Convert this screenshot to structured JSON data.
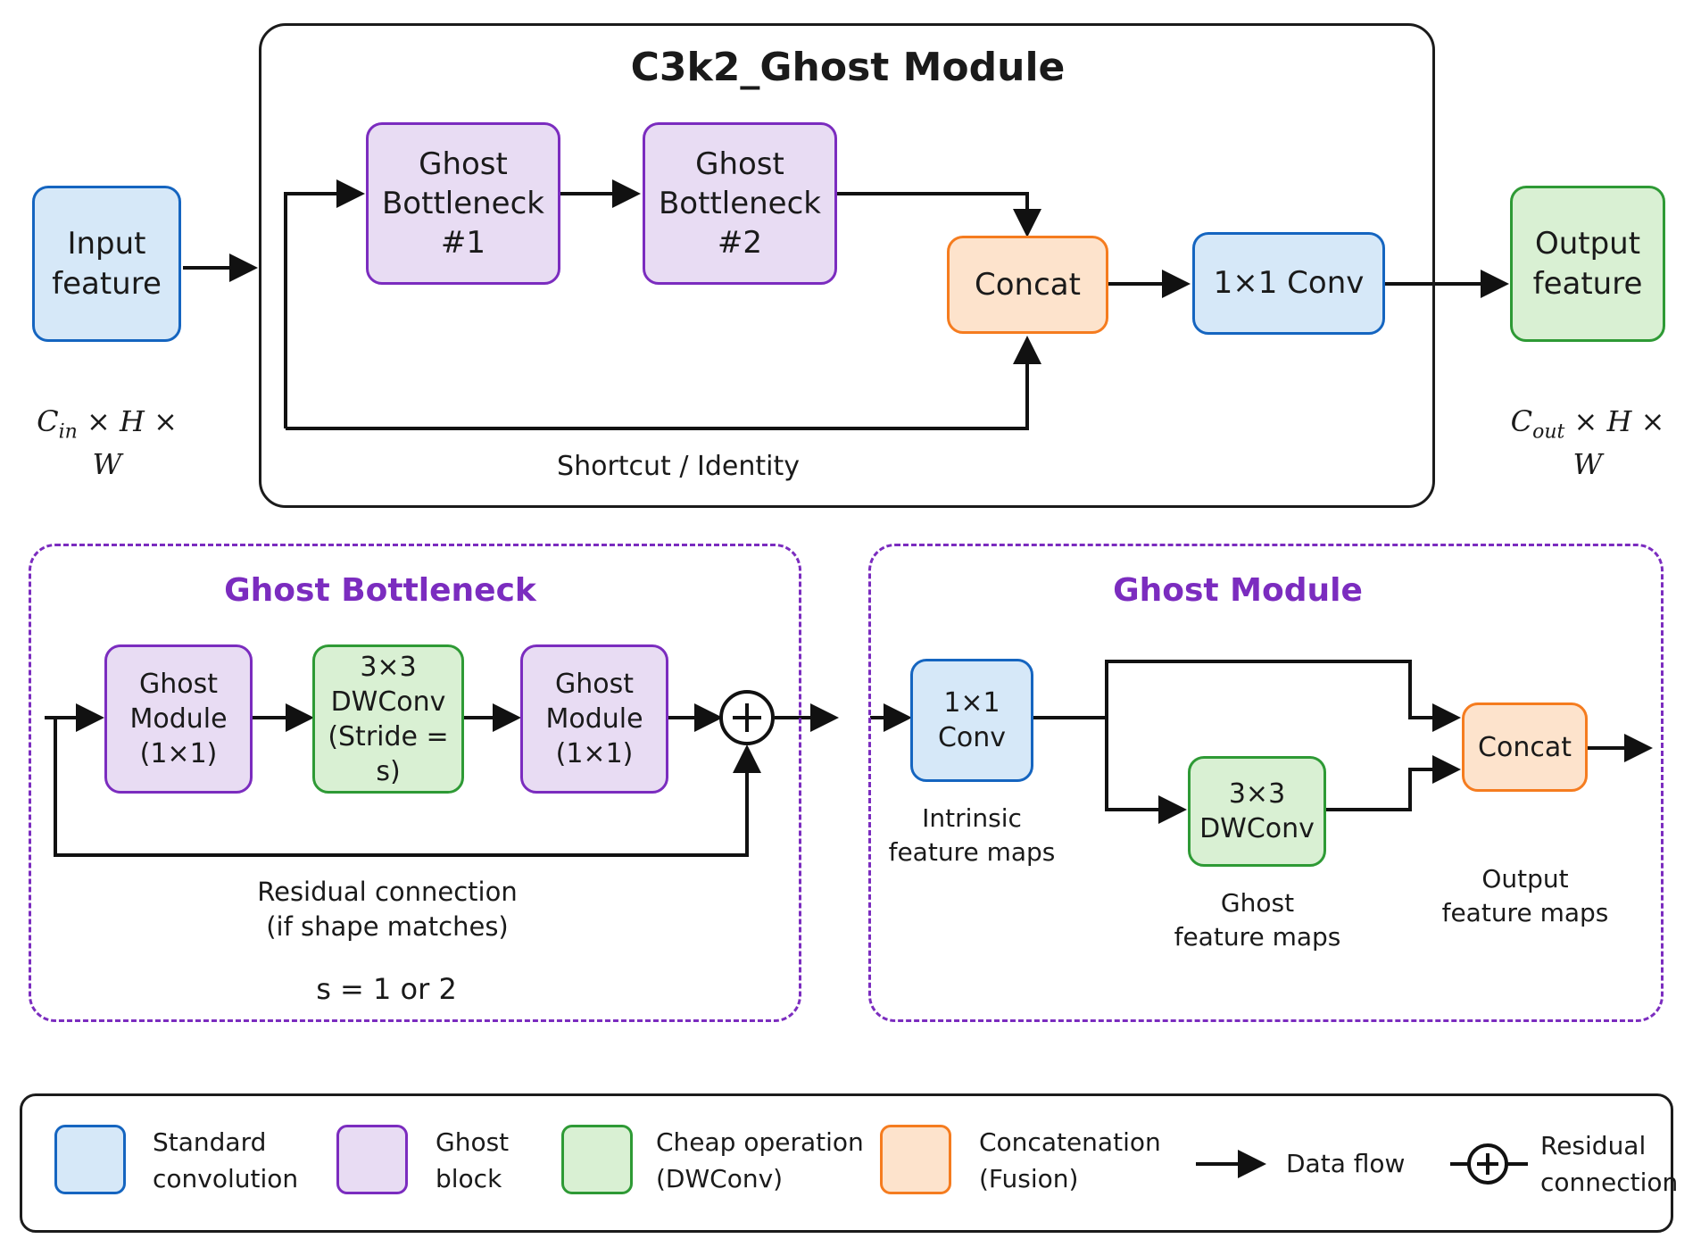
{
  "c3k2": {
    "title": "C3k2_Ghost Module",
    "input_label": "Input\nfeature",
    "input_dim": {
      "c": "C",
      "sub": "in",
      "rest": " × H × W"
    },
    "gb1_label": "Ghost\nBottleneck\n#1",
    "gb2_label": "Ghost\nBottleneck\n#2",
    "concat_label": "Concat",
    "conv_label": "1×1 Conv",
    "output_label": "Output\nfeature",
    "output_dim": {
      "c": "C",
      "sub": "out",
      "rest": " × H × W"
    },
    "shortcut_label": "Shortcut / Identity"
  },
  "ghost_bottleneck": {
    "title": "Ghost Bottleneck",
    "gm1_label": "Ghost\nModule\n(1×1)",
    "dw_label": "3×3\nDWConv\n(Stride = s)",
    "gm2_label": "Ghost\nModule\n(1×1)",
    "residual_label": "Residual connection\n(if shape matches)",
    "stride_note": "s = 1 or 2"
  },
  "ghost_module": {
    "title": "Ghost Module",
    "conv_label": "1×1\nConv",
    "dw_label": "3×3\nDWConv",
    "concat_label": "Concat",
    "intrinsic_label": "Intrinsic\nfeature maps",
    "ghost_maps_label": "Ghost\nfeature maps",
    "output_maps_label": "Output\nfeature maps"
  },
  "legend": {
    "standard_conv": "Standard\nconvolution",
    "ghost_block": "Ghost\nblock",
    "cheap_op": "Cheap operation\n(DWConv)",
    "concat": "Concatenation\n(Fusion)",
    "data_flow": "Data flow",
    "residual": "Residual\nconnection"
  },
  "colors": {
    "conv_fill": "#d6e8f8",
    "conv_border": "#1565c0",
    "ghost_fill": "#e8dcf3",
    "ghost_border": "#7b2cbf",
    "cheap_fill": "#d9f0d3",
    "cheap_border": "#2e9a35",
    "concat_fill": "#fde3cc",
    "concat_border": "#f57c1f"
  },
  "icons": [
    "arrow-icon",
    "plus-circle-icon"
  ]
}
